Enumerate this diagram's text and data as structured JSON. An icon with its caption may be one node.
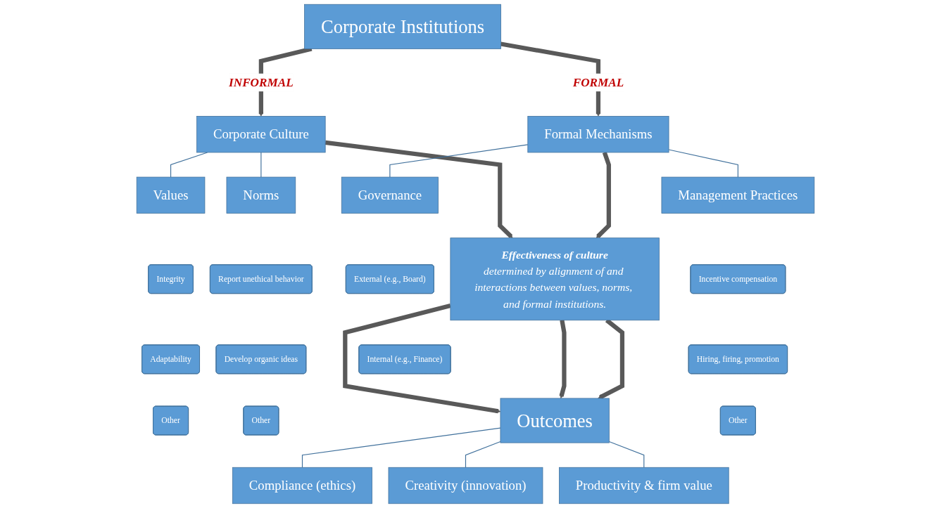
{
  "diagram": {
    "nodes": [
      {
        "text": [
          "Corporate Institutions"
        ]
      },
      {
        "text": [
          "Corporate Culture"
        ]
      },
      {
        "text": [
          "Formal Mechanisms"
        ]
      },
      {
        "text": [
          "Values"
        ]
      },
      {
        "text": [
          "Norms"
        ]
      },
      {
        "text": [
          "Integrity"
        ]
      },
      {
        "text": [
          "Adaptability"
        ]
      },
      {
        "text": [
          "Other"
        ]
      },
      {
        "text": [
          "Report unethical behavior"
        ]
      },
      {
        "text": [
          "Develop organic ideas"
        ]
      },
      {
        "text": [
          "Other"
        ]
      },
      {
        "text": [
          "Effectiveness of culture",
          "determined by alignment of and interactions between values, norms, and formal institutions."
        ]
      },
      {
        "text": [
          "Outcomes"
        ]
      },
      {
        "text": [
          "Management Practices"
        ]
      },
      {
        "text": [
          "Governance"
        ]
      },
      {
        "text": [
          "Incentive compensation"
        ]
      },
      {
        "text": [
          "Hiring, firing, promotion"
        ]
      },
      {
        "text": [
          "Other"
        ]
      },
      {
        "text": [
          "External (e.g., Board)"
        ]
      },
      {
        "text": [
          "Internal (e.g., Finance)"
        ]
      },
      {
        "text": [
          "Compliance (ethics)"
        ]
      },
      {
        "text": [
          "Creativity (innovation)"
        ]
      },
      {
        "text": [
          "Productivity & firm value"
        ]
      }
    ],
    "edges": [
      {
        "from": 0,
        "to": 1,
        "arrow": "to",
        "label": "INFORMAL",
        "style": "thick",
        "color": "#595959"
      },
      {
        "from": 0,
        "to": 2,
        "arrow": "to",
        "label": "FORMAL",
        "style": "thick",
        "color": "#595959"
      },
      {
        "from": 1,
        "to": 11,
        "arrow": "to",
        "style": "thick",
        "color": "#595959"
      },
      {
        "from": 2,
        "to": 11,
        "arrow": "to",
        "style": "thick",
        "color": "#595959"
      },
      {
        "from": 1,
        "to": 3,
        "arrow": "none"
      },
      {
        "from": 1,
        "to": 4,
        "arrow": "none"
      },
      {
        "from": 2,
        "to": 13,
        "arrow": "none"
      },
      {
        "from": 2,
        "to": 14,
        "arrow": "none"
      },
      {
        "from": 11,
        "to": 12,
        "arrow": "to",
        "style": "thick",
        "color": "#595959"
      },
      {
        "from": 11,
        "to": 12,
        "arrow": "to",
        "style": "thick",
        "color": "#595959"
      },
      {
        "from": 11,
        "to": 12,
        "arrow": "to",
        "style": "thick",
        "color": "#595959"
      },
      {
        "from": 12,
        "to": 20,
        "arrow": "none"
      },
      {
        "from": 12,
        "to": 21,
        "arrow": "none"
      },
      {
        "from": 12,
        "to": 22,
        "arrow": "none"
      }
    ]
  }
}
